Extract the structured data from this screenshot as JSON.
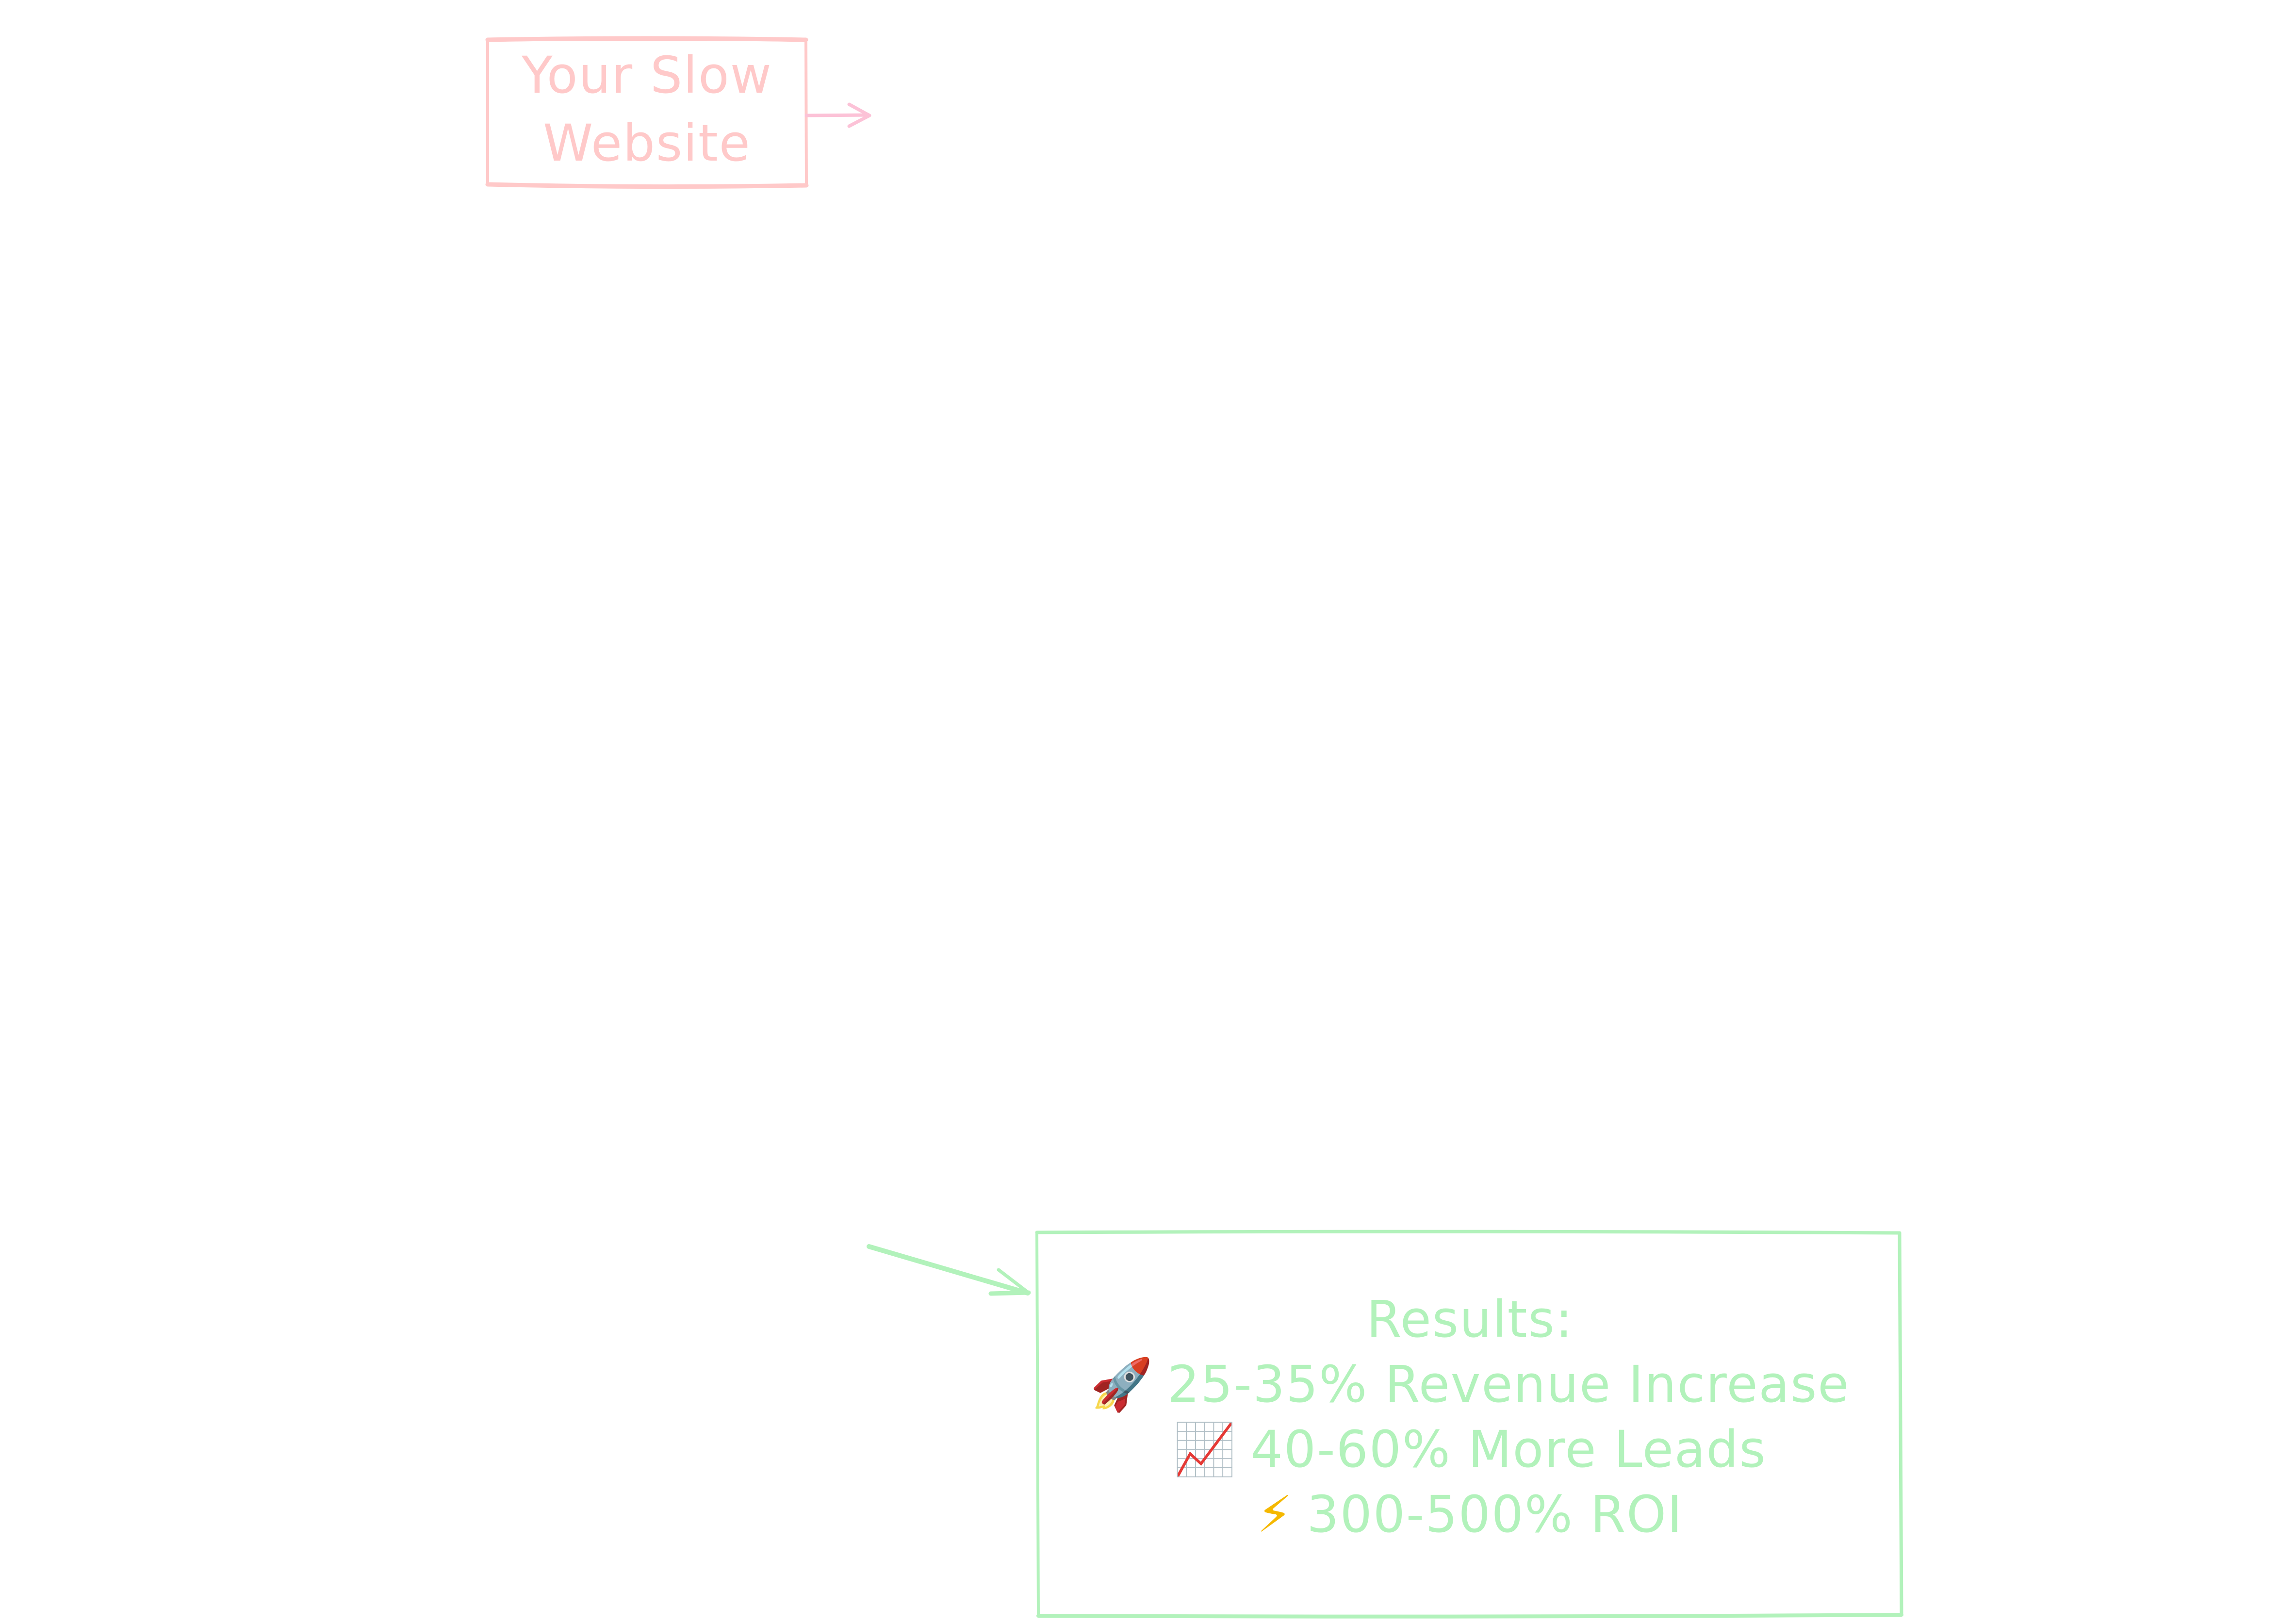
{
  "diagram": {
    "nodes": [
      {
        "id": "slow-website",
        "lines": [
          "Your Slow",
          "Website"
        ],
        "stroke_color": "#ffc9c9",
        "text_color": "#ffc9c9"
      },
      {
        "id": "results",
        "title": "Results:",
        "items": [
          {
            "icon": "rocket-icon",
            "glyph": "🚀",
            "text": "25-35% Revenue Increase"
          },
          {
            "icon": "chart-increasing-icon",
            "glyph": "📈",
            "text": "40-60% More Leads"
          },
          {
            "icon": "lightning-icon",
            "glyph": "⚡",
            "text": "300-500% ROI"
          }
        ],
        "stroke_color": "#b2f2bb",
        "text_color": "#b2f2bb"
      }
    ],
    "edges": [
      {
        "id": "slow-website-out-arrow",
        "from": "slow-website",
        "to": null,
        "color": "#fcc2d7"
      },
      {
        "id": "results-in-arrow",
        "from": null,
        "to": "results",
        "color": "#b2f2bb"
      }
    ]
  }
}
